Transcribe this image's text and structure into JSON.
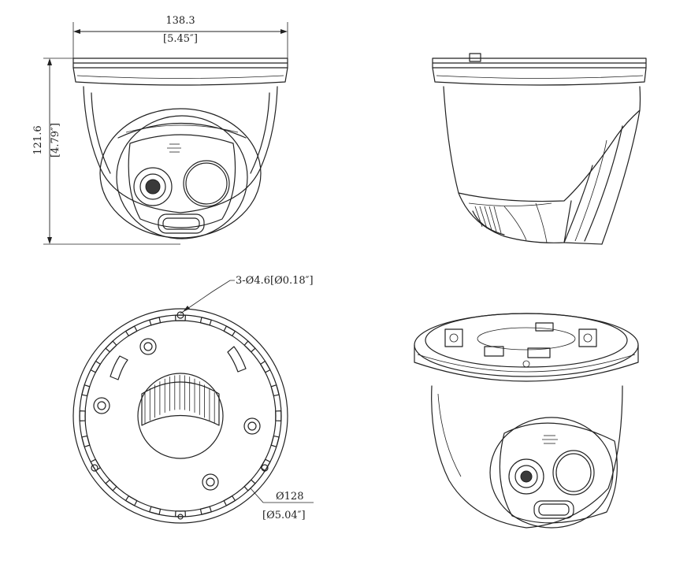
{
  "dimensions": {
    "width_mm": "138.3",
    "width_in": "[5.45″]",
    "height_mm": "121.6",
    "height_in": "[4.79″]",
    "hole_callout": "3-Ø4.6[Ø0.18″]",
    "base_dia_mm": "Ø128",
    "base_dia_in": "[Ø5.04″]"
  }
}
